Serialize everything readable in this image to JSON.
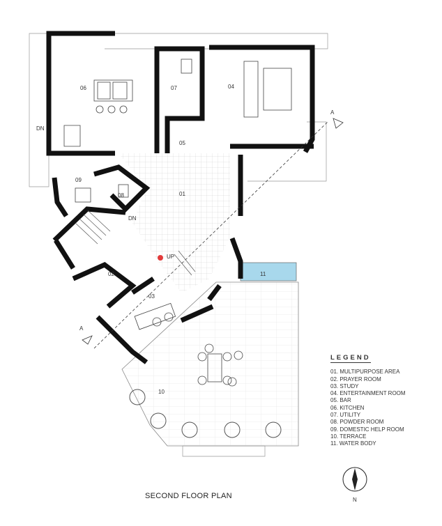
{
  "drawing_title": "SECOND FLOOR PLAN",
  "legend": {
    "title": "LEGEND",
    "items": [
      "01. MULTIPURPOSE AREA",
      "02. PRAYER ROOM",
      "03. STUDY",
      "04. ENTERTAINMENT ROOM",
      "05. BAR",
      "06. KITCHEN",
      "07. UTILITY",
      "08. POWDER ROOM",
      "09. DOMESTIC HELP ROOM",
      "10. TERRACE",
      "11. WATER BODY"
    ]
  },
  "room_labels": {
    "r01": "01",
    "r02": "02",
    "r03": "03",
    "r04": "04",
    "r05": "05",
    "r06": "06",
    "r07": "07",
    "r08": "08",
    "r09": "09",
    "r10": "10",
    "r11": "11"
  },
  "annotations": {
    "dn_left": "DN",
    "dn_stair": "DN",
    "up_stair": "UP",
    "section_a_top": "A",
    "section_a_bottom": "A"
  },
  "north_label": "N",
  "colors": {
    "wall": "#111111",
    "water": "#a8d8ec",
    "marker": "#e23b3b"
  }
}
